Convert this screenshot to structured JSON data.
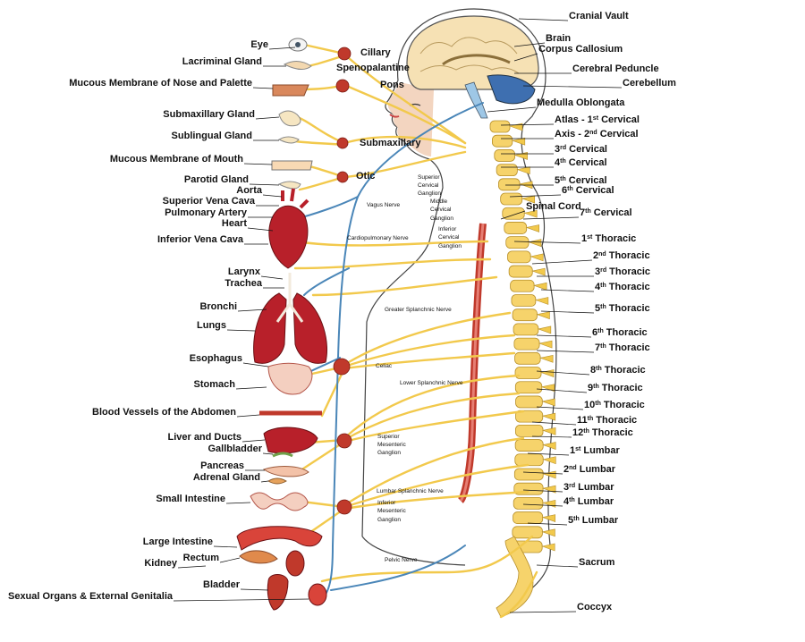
{
  "colors": {
    "nerve": "#f2c94c",
    "nerve_dark": "#d9a521",
    "blue_nerve": "#4a86b8",
    "ganglion": "#c0392b",
    "organ": "#b8202a",
    "spine": "#f6d36b",
    "skin_line": "#333333"
  },
  "labels_left": [
    {
      "id": "eye",
      "text": "Eye"
    },
    {
      "id": "lacrimal",
      "text": "Lacriminal Gland"
    },
    {
      "id": "mucous-nose",
      "text": "Mucous  Membrane  of Nose and Palette"
    },
    {
      "id": "submaxillary-gland",
      "text": "Submaxillary Gland"
    },
    {
      "id": "sublingual",
      "text": "Sublingual Gland"
    },
    {
      "id": "mucous-mouth",
      "text": "Mucous Membrane  of Mouth"
    },
    {
      "id": "parotid",
      "text": "Parotid Gland"
    },
    {
      "id": "aorta",
      "text": "Aorta"
    },
    {
      "id": "svc",
      "text": "Superior Vena Cava"
    },
    {
      "id": "pulm-artery",
      "text": "Pulmonary Artery"
    },
    {
      "id": "heart",
      "text": "Heart"
    },
    {
      "id": "ivc",
      "text": "Inferior Vena Cava"
    },
    {
      "id": "larynx",
      "text": "Larynx"
    },
    {
      "id": "trachea",
      "text": "Trachea"
    },
    {
      "id": "bronchi",
      "text": "Bronchi"
    },
    {
      "id": "lungs",
      "text": "Lungs"
    },
    {
      "id": "esophagus",
      "text": "Esophagus"
    },
    {
      "id": "stomach",
      "text": "Stomach"
    },
    {
      "id": "blood-vessels",
      "text": "Blood Vessels of  the Abdomen"
    },
    {
      "id": "liver",
      "text": "Liver and Ducts"
    },
    {
      "id": "gallbladder",
      "text": "Gallbladder"
    },
    {
      "id": "pancreas",
      "text": "Pancreas"
    },
    {
      "id": "adrenal",
      "text": "Adrenal Gland"
    },
    {
      "id": "small-int",
      "text": "Small Intestine"
    },
    {
      "id": "large-int",
      "text": "Large Intestine"
    },
    {
      "id": "rectum",
      "text": "Rectum"
    },
    {
      "id": "kidney",
      "text": "Kidney"
    },
    {
      "id": "bladder",
      "text": "Bladder"
    },
    {
      "id": "sexual",
      "text": "Sexual Organs & External Genitalia"
    }
  ],
  "labels_ganglia": [
    {
      "id": "ciliary",
      "text": "Cillary"
    },
    {
      "id": "spheno",
      "text": "Spenopalantine"
    },
    {
      "id": "pons",
      "text": "Pons"
    },
    {
      "id": "submax-ganglion",
      "text": "Submaxillary"
    },
    {
      "id": "otic",
      "text": "Otic"
    }
  ],
  "labels_small": [
    {
      "id": "vagus",
      "text": "Vagus Nerve"
    },
    {
      "id": "sup-cerv-1",
      "text": "Superior"
    },
    {
      "id": "sup-cerv-2",
      "text": "Cervical"
    },
    {
      "id": "sup-cerv-3",
      "text": "Ganglion"
    },
    {
      "id": "mid-cerv-1",
      "text": "Middle"
    },
    {
      "id": "mid-cerv-2",
      "text": "Cervical"
    },
    {
      "id": "mid-cerv-3",
      "text": "Ganglion"
    },
    {
      "id": "inf-cerv-1",
      "text": "Inferior"
    },
    {
      "id": "inf-cerv-2",
      "text": "Cervical"
    },
    {
      "id": "inf-cerv-3",
      "text": "Ganglion"
    },
    {
      "id": "cardio",
      "text": "Cardiopulmonary Nerve"
    },
    {
      "id": "greater-splanchnic",
      "text": "Greater Splanchnic Nerve"
    },
    {
      "id": "celiac",
      "text": "Celiac"
    },
    {
      "id": "lower-splanchnic",
      "text": "Lower Splanchnic Nerve"
    },
    {
      "id": "sup-mes-1",
      "text": "Superior"
    },
    {
      "id": "sup-mes-2",
      "text": "Mesenteric"
    },
    {
      "id": "sup-mes-3",
      "text": "Ganglion"
    },
    {
      "id": "lumbar-splanchnic",
      "text": "Lumbar Splanchnic  Nerve"
    },
    {
      "id": "inf-mes-1",
      "text": "Inferior"
    },
    {
      "id": "inf-mes-2",
      "text": "Mesenteric"
    },
    {
      "id": "inf-mes-3",
      "text": "Ganglion"
    },
    {
      "id": "pelvic",
      "text": "Pelvic Nerve"
    }
  ],
  "labels_right": [
    {
      "id": "cranial-vault",
      "text": "Cranial Vault"
    },
    {
      "id": "brain",
      "text": "Brain"
    },
    {
      "id": "corpus",
      "text": "Corpus  Callosium"
    },
    {
      "id": "peduncle",
      "text": "Cerebral Peduncle"
    },
    {
      "id": "cerebellum",
      "text": "Cerebellum"
    },
    {
      "id": "medulla",
      "text": "Medulla Oblongata"
    },
    {
      "id": "atlas",
      "text": "Atlas -  1st Cervical"
    },
    {
      "id": "axis",
      "text": "Axis - 2nd Cervical"
    },
    {
      "id": "c3",
      "text": "3rd Cervical"
    },
    {
      "id": "c4",
      "text": "4th Cervical"
    },
    {
      "id": "c5",
      "text": "5th Cervical"
    },
    {
      "id": "c6",
      "text": "6th Cervical"
    },
    {
      "id": "spinal-cord",
      "text": "Spinal Cord"
    },
    {
      "id": "c7",
      "text": "7th Cervical"
    },
    {
      "id": "t1",
      "text": "1st Thoracic"
    },
    {
      "id": "t2",
      "text": "2nd Thoracic"
    },
    {
      "id": "t3",
      "text": "3rd Thoracic"
    },
    {
      "id": "t4",
      "text": "4th Thoracic"
    },
    {
      "id": "t5",
      "text": "5th Thoracic"
    },
    {
      "id": "t6",
      "text": "6th Thoracic"
    },
    {
      "id": "t7",
      "text": "7th Thoracic"
    },
    {
      "id": "t8",
      "text": "8th Thoracic"
    },
    {
      "id": "t9",
      "text": "9th Thoracic"
    },
    {
      "id": "t10",
      "text": "10th Thoracic"
    },
    {
      "id": "t11",
      "text": "11th Thoracic"
    },
    {
      "id": "t12",
      "text": "12th Thoracic"
    },
    {
      "id": "l1",
      "text": "1st Lumbar"
    },
    {
      "id": "l2",
      "text": "2nd Lumbar"
    },
    {
      "id": "l3",
      "text": "3rd Lumbar"
    },
    {
      "id": "l4",
      "text": "4th Lumbar"
    },
    {
      "id": "l5",
      "text": "5th Lumbar"
    },
    {
      "id": "sacrum",
      "text": "Sacrum"
    },
    {
      "id": "coccyx",
      "text": "Coccyx"
    }
  ]
}
